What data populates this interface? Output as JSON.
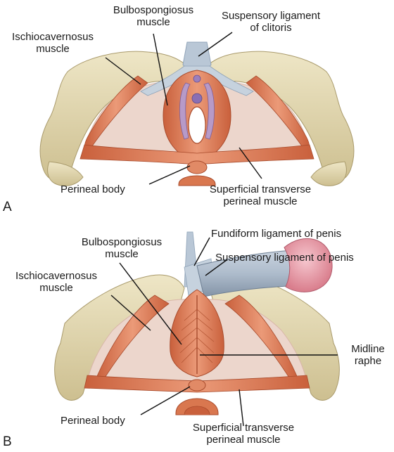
{
  "panel_a": {
    "letter": "A",
    "labels": {
      "bulbospongiosus": "Bulbospongiosus\nmuscle",
      "suspensory": "Suspensory ligament\nof clitoris",
      "ischiocavernosus": "Ischiocavernosus\nmuscle",
      "perineal_body": "Perineal body",
      "superficial_transverse": "Superficial transverse\nperineal muscle"
    }
  },
  "panel_b": {
    "letter": "B",
    "labels": {
      "fundiform": "Fundiform ligament of penis",
      "bulbospongiosus": "Bulbospongiosus\nmuscle",
      "suspensory": "Suspensory ligament of penis",
      "ischiocavernosus": "Ischiocavernosus\nmuscle",
      "midline_raphe": "Midline\nraphe",
      "perineal_body": "Perineal body",
      "superficial_transverse": "Superficial transverse\nperineal muscle"
    }
  },
  "colors": {
    "bone": "#e6dcb8",
    "bone_shadow": "#c9bb8c",
    "muscle": "#d9774f",
    "muscle_light": "#eda78a",
    "membrane": "#ecd6cc",
    "ligament": "#b9c7d6",
    "skin": "#e8a3ad"
  }
}
